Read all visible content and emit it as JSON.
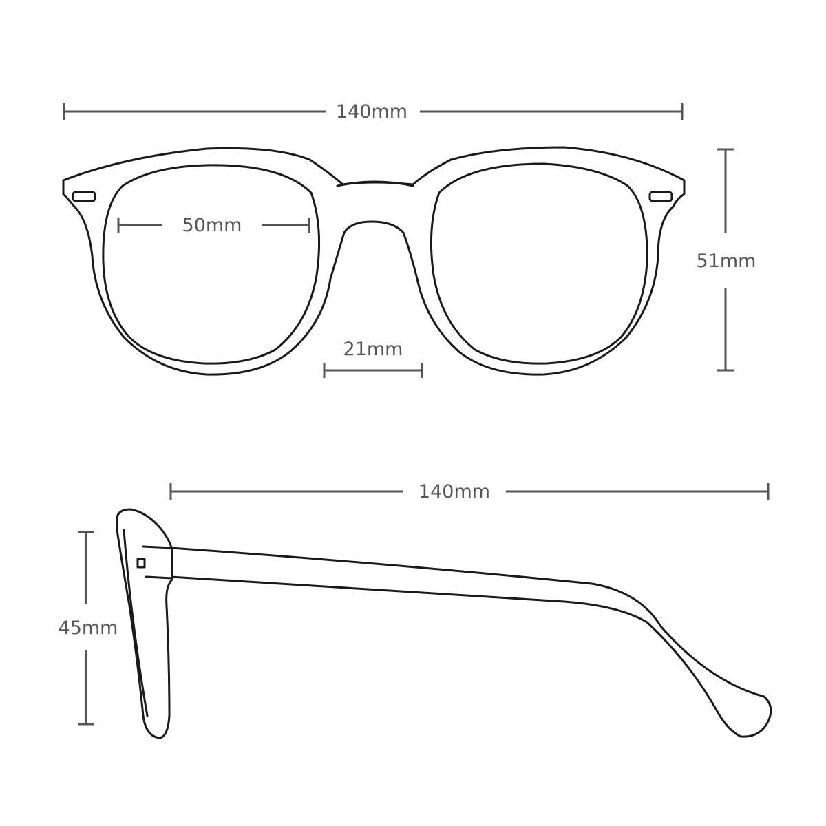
{
  "front_view": {
    "total_width": "140mm",
    "lens_width": "50mm",
    "bridge_width": "21mm",
    "lens_height": "51mm"
  },
  "side_view": {
    "temple_length": "140mm",
    "frame_height": "45mm"
  },
  "colors": {
    "outline": "#1a1a1a",
    "dimension": "#555555",
    "background": "#ffffff"
  }
}
